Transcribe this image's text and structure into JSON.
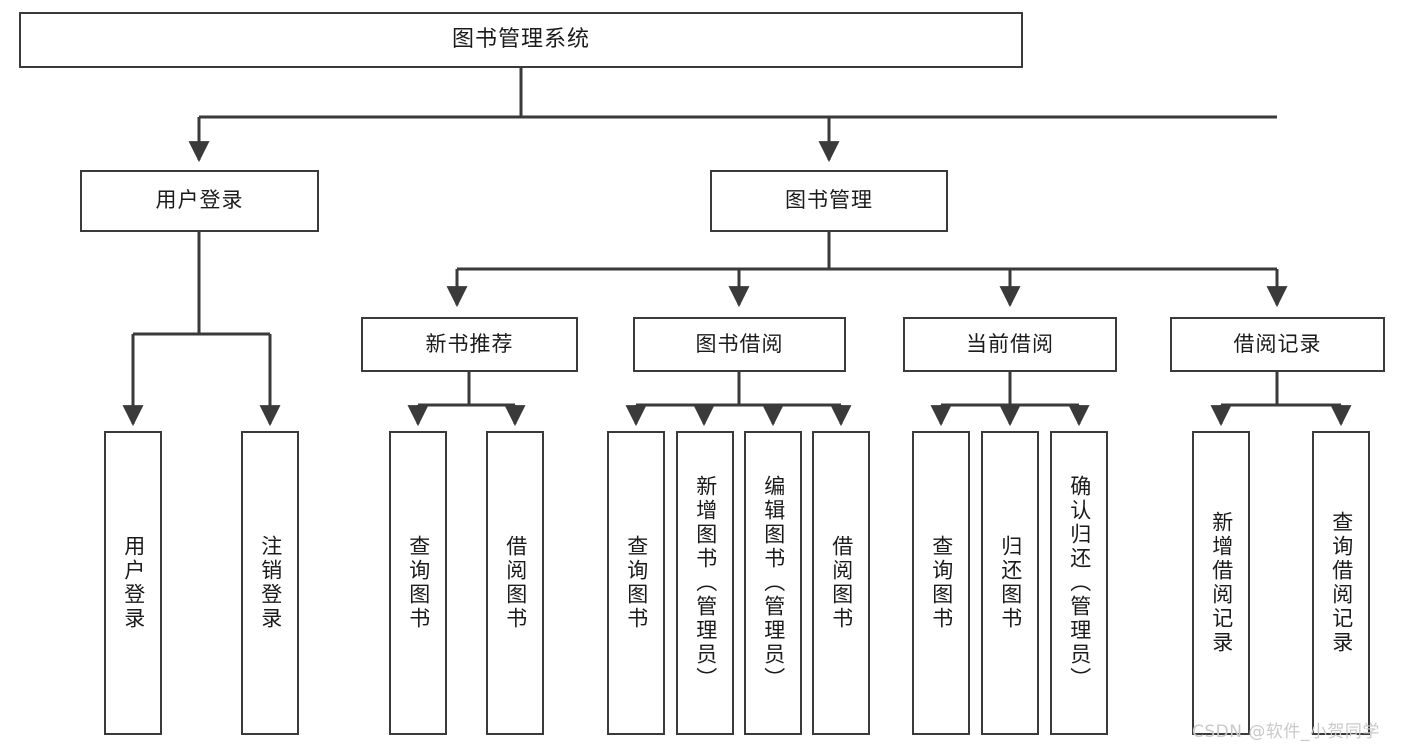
{
  "diagram": {
    "title": "图书管理系统",
    "type": "tree-hierarchy-chart",
    "stroke_color": "#3a3a3a",
    "fill_color": "#ffffff",
    "text_color": "#1b1b1b"
  },
  "root": {
    "label": "图书管理系统"
  },
  "level1": [
    {
      "label": "用户登录"
    },
    {
      "label": "图书管理"
    }
  ],
  "level2": [
    {
      "label": "新书推荐"
    },
    {
      "label": "图书借阅"
    },
    {
      "label": "当前借阅"
    },
    {
      "label": "借阅记录"
    }
  ],
  "leaves": {
    "user_login": [
      {
        "label": "用户登录"
      },
      {
        "label": "注销登录"
      }
    ],
    "new_book_recommend": [
      {
        "label": "查询图书"
      },
      {
        "label": "借阅图书"
      }
    ],
    "book_borrow": [
      {
        "label": "查询图书"
      },
      {
        "label": "新增图书（管理员）"
      },
      {
        "label": "编辑图书（管理员）"
      },
      {
        "label": "借阅图书"
      }
    ],
    "current_borrow": [
      {
        "label": "查询图书"
      },
      {
        "label": "归还图书"
      },
      {
        "label": "确认归还（管理员）"
      }
    ],
    "borrow_record": [
      {
        "label": "新增借阅记录"
      },
      {
        "label": "查询借阅记录"
      }
    ]
  },
  "watermark": {
    "text": "CSDN @软件_小贺同学"
  }
}
